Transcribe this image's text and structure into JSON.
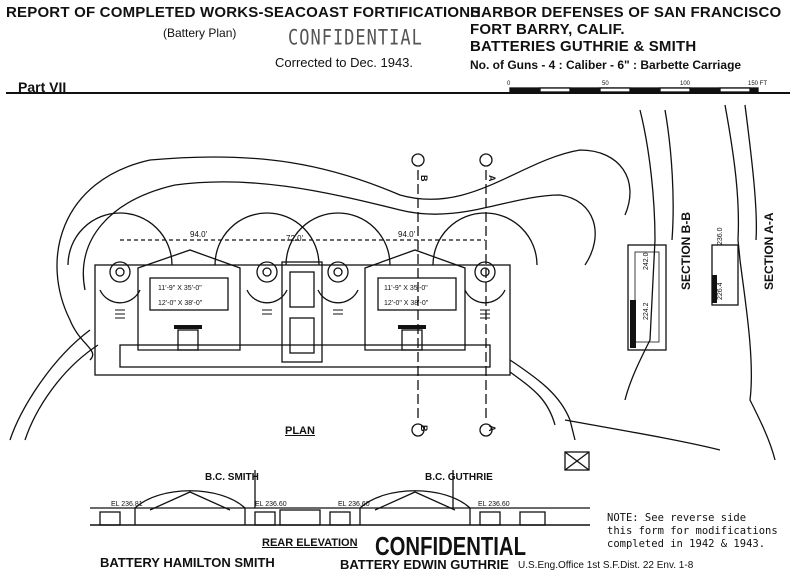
{
  "header": {
    "title_left": "REPORT OF COMPLETED WORKS-SEACOAST FORTIFICATIONS",
    "subtitle_left": "(Battery Plan)",
    "stamp_top": "CONFIDENTIAL",
    "corrected": "Corrected to Dec. 1943.",
    "title_right_1": "HARBOR DEFENSES OF SAN FRANCISCO",
    "title_right_2": "FORT BARRY, CALIF.",
    "title_right_3": "BATTERIES GUTHRIE & SMITH",
    "guns_line": "No. of Guns - 4 : Caliber - 6\" : Barbette Carriage",
    "part": "Part VII"
  },
  "scale_bar": {
    "ticks": [
      "0",
      "50",
      "100",
      "150 FT"
    ]
  },
  "plan": {
    "label": "PLAN",
    "dimensions": [
      "94.0'",
      "72.0'",
      "94.0'"
    ],
    "section_markers": [
      "B",
      "A"
    ],
    "room_labels": [
      "11'-9\" X 35'-0\"",
      "12'-0\" X 38'-0\""
    ]
  },
  "sections": {
    "section_b": "SECTION B-B",
    "section_a": "SECTION A-A",
    "elevations": [
      "242.0",
      "224.2",
      "226.4",
      "236.0"
    ]
  },
  "elevation": {
    "label": "REAR ELEVATION",
    "battery_left": "B.C. SMITH",
    "battery_right": "B.C. GUTHRIE",
    "elev_tags": [
      "EL 236.81",
      "EL 236.60",
      "EL 236.60",
      "EL 236.60"
    ]
  },
  "footer": {
    "battery_hamilton": "BATTERY HAMILTON SMITH",
    "battery_edwin": "BATTERY EDWIN GUTHRIE",
    "stamp_bottom": "CONFIDENTIAL",
    "office": "U.S.Eng.Office 1st S.F.Dist. 22 Env. 1-8"
  },
  "note": {
    "line1": "NOTE: See reverse side",
    "line2": "this form for modifications",
    "line3": "completed in 1942 & 1943."
  }
}
